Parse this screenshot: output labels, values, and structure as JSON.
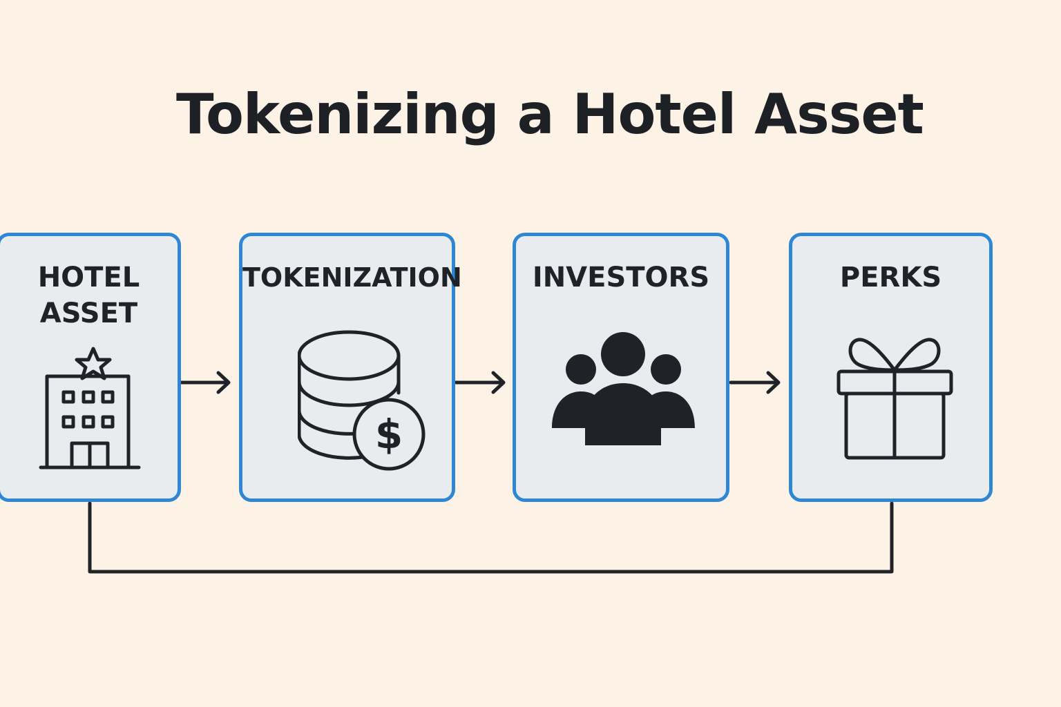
{
  "diagram": {
    "title": "Tokenizing a Hotel Asset",
    "nodes": [
      {
        "id": "hotel-asset",
        "label_lines": [
          "HOTEL",
          "ASSET"
        ],
        "icon": "hotel-building-icon"
      },
      {
        "id": "tokenization",
        "label_lines": [
          "TOKENIZATION"
        ],
        "icon": "coin-stack-dollar-icon"
      },
      {
        "id": "investors",
        "label_lines": [
          "INVESTORS"
        ],
        "icon": "people-group-icon"
      },
      {
        "id": "perks",
        "label_lines": [
          "PERKS"
        ],
        "icon": "gift-icon"
      }
    ],
    "edges": [
      {
        "from": "hotel-asset",
        "to": "tokenization",
        "type": "arrow"
      },
      {
        "from": "tokenization",
        "to": "investors",
        "type": "arrow"
      },
      {
        "from": "investors",
        "to": "perks",
        "type": "arrow"
      },
      {
        "from": "hotel-asset",
        "to": "perks",
        "type": "line"
      }
    ],
    "colors": {
      "background": "#fcf3e6",
      "box_border": "#2f86d2",
      "box_fill": "#e8ecef",
      "ink": "#1f2328"
    }
  }
}
